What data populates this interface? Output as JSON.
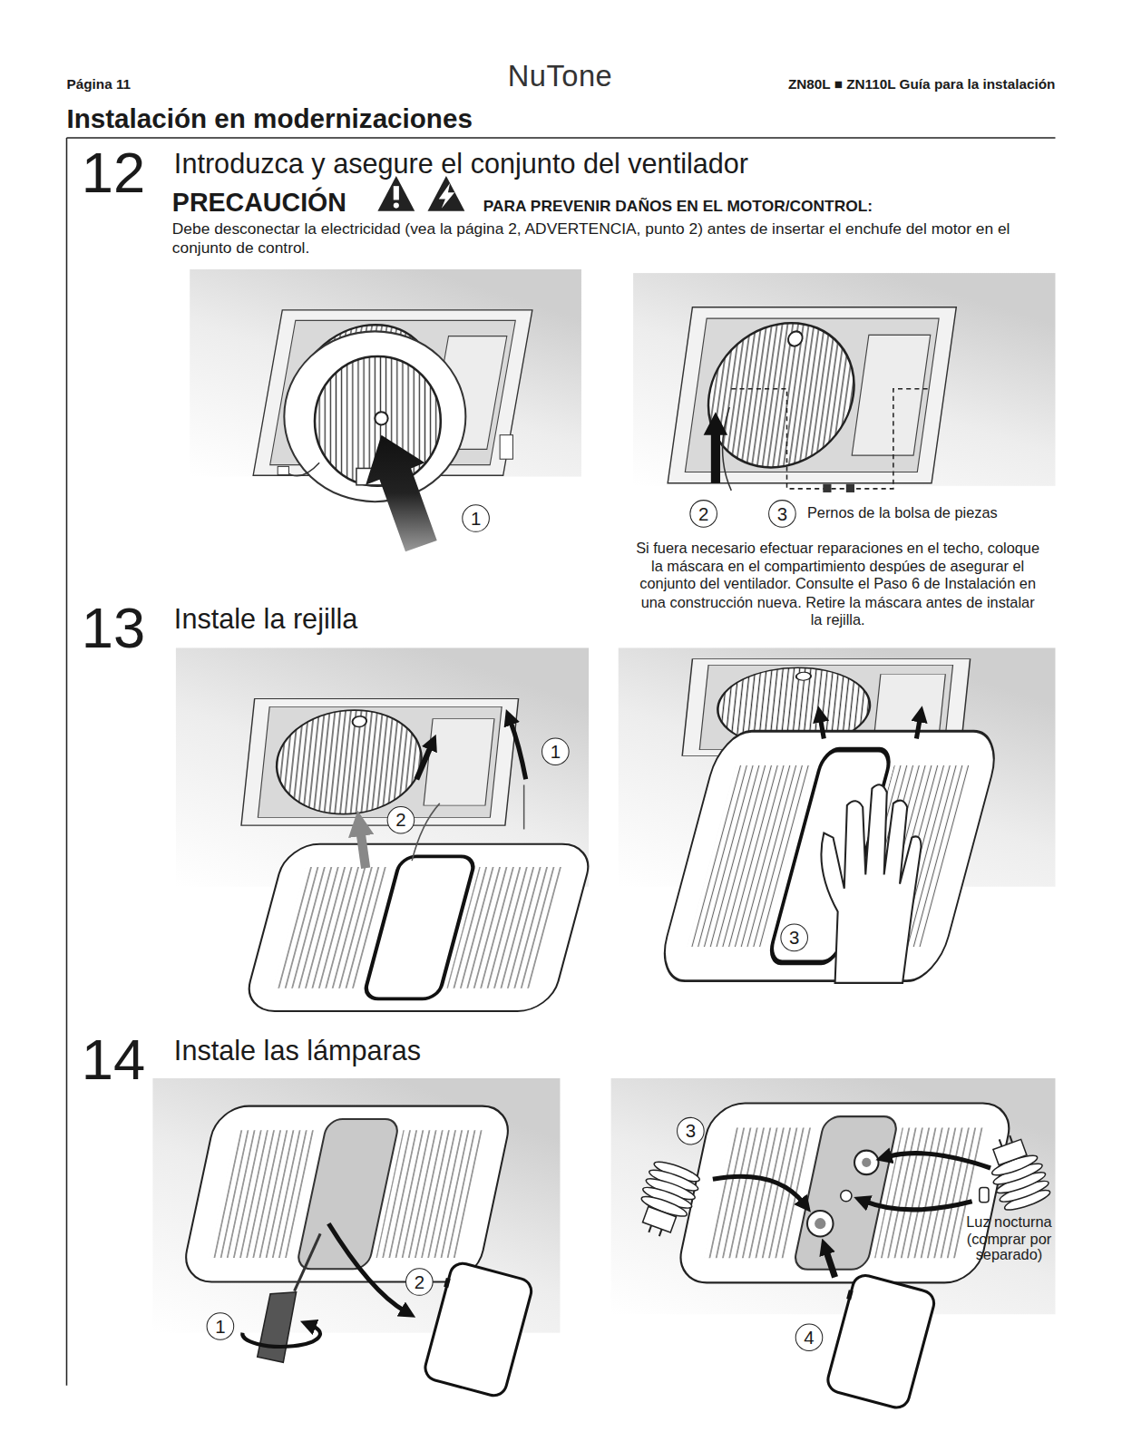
{
  "diagram": {
    "title": "Instalación en modernizaciones",
    "labels": [
      "Página 11",
      "NuTone",
      "ZN80L ■ ZN110L Guía para la instalación",
      "12",
      "Introduzca y asegure el conjunto del ventilador",
      "PRECAUCIÓN",
      "PARA PREVENIR DAÑOS EN EL MOTOR/CONTROL:",
      "Debe desconectar la electricidad (vea la página 2, ADVERTENCIA, punto 2) antes de insertar el enchufe del motor en el conjunto de control.",
      "1",
      "2",
      "3",
      "Pernos de la bolsa de piezas",
      "Si fuera necesario efectuar reparaciones en el techo, coloque la máscara en el compartimiento despúes de asegurar el conjunto del ventilador. Consulte el Paso 6 de Instalación en una construcción nueva. Retire la máscara antes de instalar la rejilla.",
      "13",
      "Instale la rejilla",
      "1",
      "2",
      "3",
      "14",
      "Instale las lámparas",
      "1",
      "2",
      "3",
      "4",
      "Luz nocturna (comprar por separado)"
    ]
  }
}
